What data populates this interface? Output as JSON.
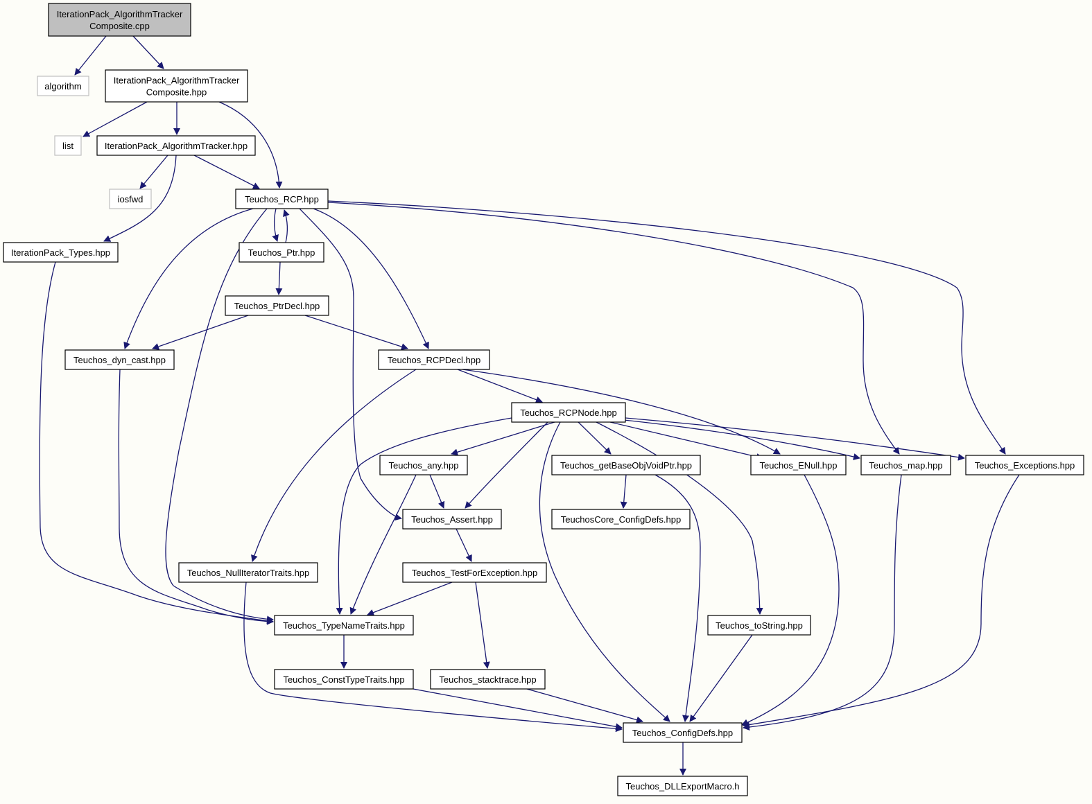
{
  "diagram": {
    "nodes": [
      {
        "id": "root",
        "lines": [
          "IterationPack_AlgorithmTracker",
          "Composite.cpp"
        ],
        "style": "root"
      },
      {
        "id": "algorithm",
        "lines": [
          "algorithm"
        ],
        "style": "external"
      },
      {
        "id": "composite_hpp",
        "lines": [
          "IterationPack_AlgorithmTracker",
          "Composite.hpp"
        ],
        "style": "normal"
      },
      {
        "id": "list",
        "lines": [
          "list"
        ],
        "style": "external"
      },
      {
        "id": "tracker_hpp",
        "lines": [
          "IterationPack_AlgorithmTracker.hpp"
        ],
        "style": "normal"
      },
      {
        "id": "iosfwd",
        "lines": [
          "iosfwd"
        ],
        "style": "external"
      },
      {
        "id": "rcp",
        "lines": [
          "Teuchos_RCP.hpp"
        ],
        "style": "normal"
      },
      {
        "id": "types",
        "lines": [
          "IterationPack_Types.hpp"
        ],
        "style": "normal"
      },
      {
        "id": "ptr",
        "lines": [
          "Teuchos_Ptr.hpp"
        ],
        "style": "normal"
      },
      {
        "id": "ptrdecl",
        "lines": [
          "Teuchos_PtrDecl.hpp"
        ],
        "style": "normal"
      },
      {
        "id": "dyncast",
        "lines": [
          "Teuchos_dyn_cast.hpp"
        ],
        "style": "normal"
      },
      {
        "id": "rcpdecl",
        "lines": [
          "Teuchos_RCPDecl.hpp"
        ],
        "style": "normal"
      },
      {
        "id": "rcpnode",
        "lines": [
          "Teuchos_RCPNode.hpp"
        ],
        "style": "normal"
      },
      {
        "id": "any",
        "lines": [
          "Teuchos_any.hpp"
        ],
        "style": "normal"
      },
      {
        "id": "getbase",
        "lines": [
          "Teuchos_getBaseObjVoidPtr.hpp"
        ],
        "style": "normal"
      },
      {
        "id": "enull",
        "lines": [
          "Teuchos_ENull.hpp"
        ],
        "style": "normal"
      },
      {
        "id": "map",
        "lines": [
          "Teuchos_map.hpp"
        ],
        "style": "normal"
      },
      {
        "id": "exceptions",
        "lines": [
          "Teuchos_Exceptions.hpp"
        ],
        "style": "normal"
      },
      {
        "id": "assert",
        "lines": [
          "Teuchos_Assert.hpp"
        ],
        "style": "normal"
      },
      {
        "id": "coreconfig",
        "lines": [
          "TeuchosCore_ConfigDefs.hpp"
        ],
        "style": "normal"
      },
      {
        "id": "nulliter",
        "lines": [
          "Teuchos_NullIteratorTraits.hpp"
        ],
        "style": "normal"
      },
      {
        "id": "testforexc",
        "lines": [
          "Teuchos_TestForException.hpp"
        ],
        "style": "normal"
      },
      {
        "id": "typename",
        "lines": [
          "Teuchos_TypeNameTraits.hpp"
        ],
        "style": "normal"
      },
      {
        "id": "tostring",
        "lines": [
          "Teuchos_toString.hpp"
        ],
        "style": "normal"
      },
      {
        "id": "consttype",
        "lines": [
          "Teuchos_ConstTypeTraits.hpp"
        ],
        "style": "normal"
      },
      {
        "id": "stacktrace",
        "lines": [
          "Teuchos_stacktrace.hpp"
        ],
        "style": "normal"
      },
      {
        "id": "configdefs",
        "lines": [
          "Teuchos_ConfigDefs.hpp"
        ],
        "style": "normal"
      },
      {
        "id": "dllexport",
        "lines": [
          "Teuchos_DLLExportMacro.h"
        ],
        "style": "normal"
      }
    ],
    "edges": [
      [
        "root",
        "algorithm"
      ],
      [
        "root",
        "composite_hpp"
      ],
      [
        "composite_hpp",
        "list"
      ],
      [
        "composite_hpp",
        "tracker_hpp"
      ],
      [
        "composite_hpp",
        "rcp"
      ],
      [
        "tracker_hpp",
        "iosfwd"
      ],
      [
        "tracker_hpp",
        "rcp"
      ],
      [
        "tracker_hpp",
        "types"
      ],
      [
        "types",
        "typename"
      ],
      [
        "rcp",
        "ptr"
      ],
      [
        "ptr",
        "rcp"
      ],
      [
        "rcp",
        "dyncast"
      ],
      [
        "rcp",
        "typename"
      ],
      [
        "rcp",
        "assert"
      ],
      [
        "rcp",
        "rcpdecl"
      ],
      [
        "rcp",
        "map"
      ],
      [
        "rcp",
        "exceptions"
      ],
      [
        "ptr",
        "ptrdecl"
      ],
      [
        "ptrdecl",
        "dyncast"
      ],
      [
        "ptrdecl",
        "rcpdecl"
      ],
      [
        "dyncast",
        "typename"
      ],
      [
        "rcpdecl",
        "rcpnode"
      ],
      [
        "rcpdecl",
        "nulliter"
      ],
      [
        "rcpdecl",
        "enull"
      ],
      [
        "rcpnode",
        "typename"
      ],
      [
        "rcpnode",
        "any"
      ],
      [
        "rcpnode",
        "assert"
      ],
      [
        "rcpnode",
        "getbase"
      ],
      [
        "rcpnode",
        "enull"
      ],
      [
        "rcpnode",
        "map"
      ],
      [
        "rcpnode",
        "exceptions"
      ],
      [
        "rcpnode",
        "configdefs"
      ],
      [
        "rcpnode",
        "tostring"
      ],
      [
        "any",
        "assert"
      ],
      [
        "any",
        "typename"
      ],
      [
        "getbase",
        "coreconfig"
      ],
      [
        "getbase",
        "configdefs"
      ],
      [
        "assert",
        "testforexc"
      ],
      [
        "testforexc",
        "typename"
      ],
      [
        "testforexc",
        "stacktrace"
      ],
      [
        "nulliter",
        "configdefs"
      ],
      [
        "typename",
        "consttype"
      ],
      [
        "consttype",
        "configdefs"
      ],
      [
        "stacktrace",
        "configdefs"
      ],
      [
        "tostring",
        "configdefs"
      ],
      [
        "enull",
        "configdefs"
      ],
      [
        "map",
        "configdefs"
      ],
      [
        "exceptions",
        "configdefs"
      ],
      [
        "configdefs",
        "dllexport"
      ]
    ]
  },
  "colors": {
    "edge": "#191970",
    "node_border": "#000000",
    "external_border": "#bfbfbf",
    "root_fill": "#bfbfbf",
    "node_fill": "#ffffff",
    "background": "#fdfdf8"
  }
}
